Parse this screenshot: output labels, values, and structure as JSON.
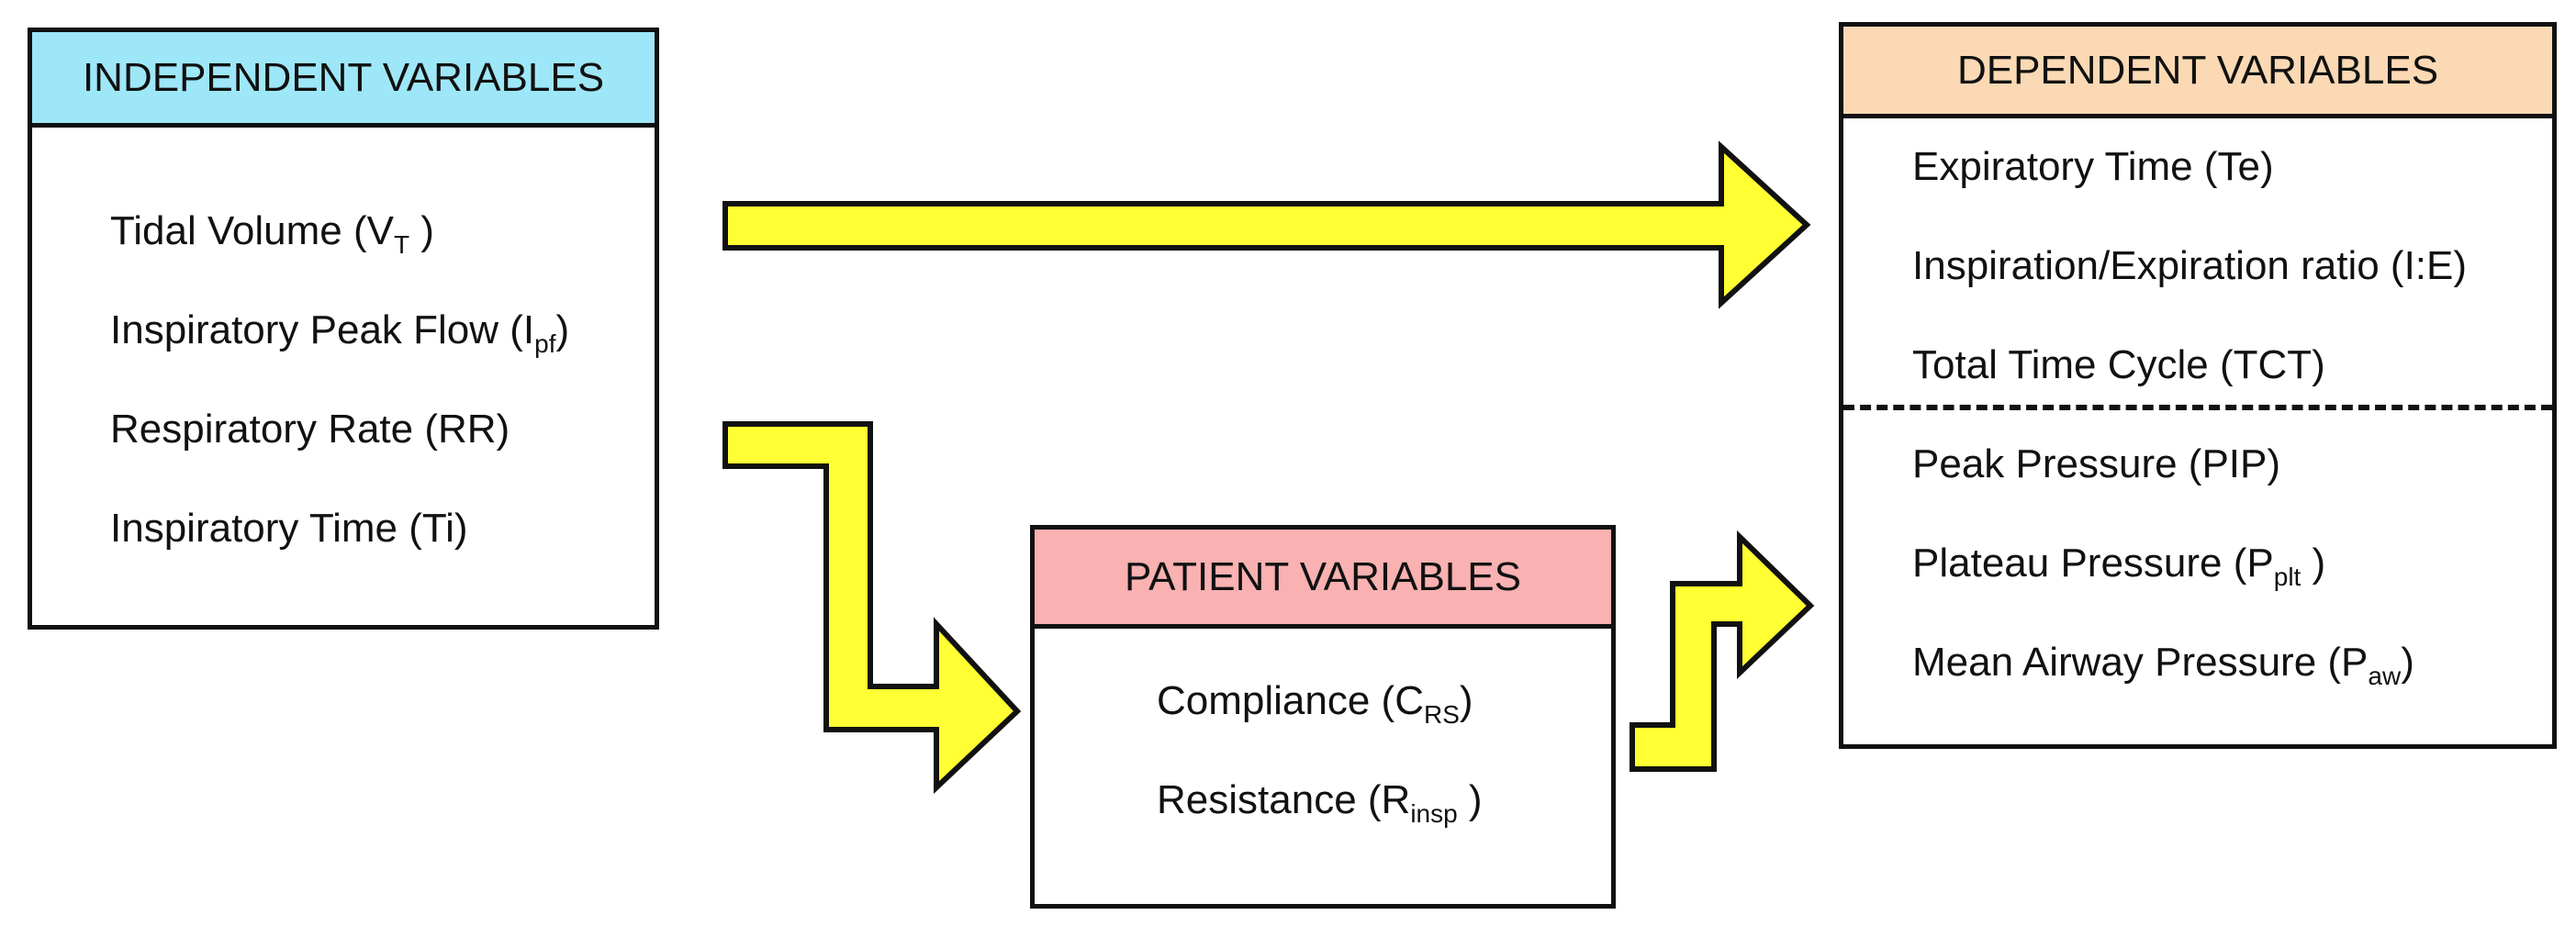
{
  "colors": {
    "independent_header": "#9ee7f8",
    "patient_header": "#f9b1b1",
    "dependent_header": "#fad9b4",
    "arrow_fill": "#ffff33",
    "outline": "#111111"
  },
  "independent": {
    "title": "INDEPENDENT VARIABLES",
    "items": [
      {
        "label": "Tidal Volume (V",
        "sub": "T",
        "tail": " )"
      },
      {
        "label": "Inspiratory Peak Flow (I",
        "sub": "pf",
        "tail": ")"
      },
      {
        "label": "Respiratory Rate (RR)",
        "sub": "",
        "tail": ""
      },
      {
        "label": "Inspiratory Time (Ti)",
        "sub": "",
        "tail": ""
      }
    ]
  },
  "patient": {
    "title": "PATIENT VARIABLES",
    "items": [
      {
        "label": "Compliance (C",
        "sub": "RS",
        "tail": ")"
      },
      {
        "label": "Resistance (R",
        "sub": "insp",
        "tail": " )"
      }
    ]
  },
  "dependent": {
    "title": "DEPENDENT VARIABLES",
    "time_items": [
      {
        "label": "Expiratory Time (Te)",
        "sub": "",
        "tail": ""
      },
      {
        "label": "Inspiration/Expiration ratio (I:E)",
        "sub": "",
        "tail": ""
      },
      {
        "label": "Total Time Cycle (TCT)",
        "sub": "",
        "tail": ""
      }
    ],
    "pressure_items": [
      {
        "label": "Peak Pressure (PIP)",
        "sub": "",
        "tail": ""
      },
      {
        "label": "Plateau Pressure  (P",
        "sub": "plt",
        "tail": " )"
      },
      {
        "label": "Mean Airway Pressure (P",
        "sub": "aw",
        "tail": ")"
      }
    ]
  }
}
